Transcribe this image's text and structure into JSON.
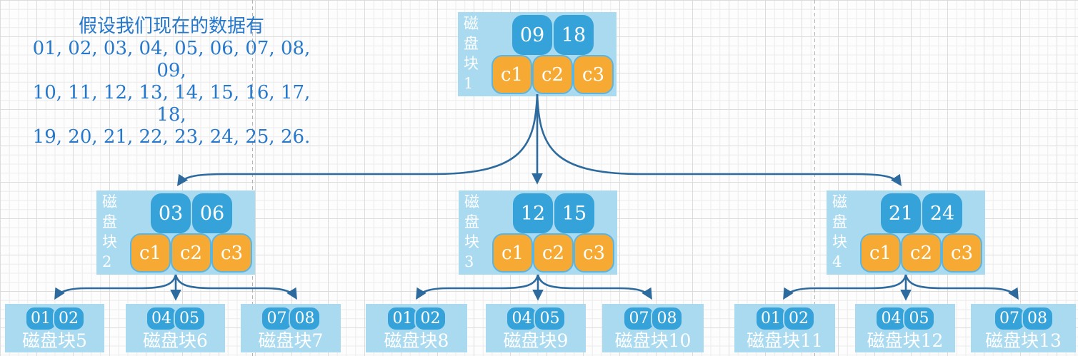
{
  "intro": {
    "title": "假设我们现在的数据有",
    "lines": [
      "01, 02, 03, 04, 05, 06, 07, 08, 09,",
      "10, 11, 12, 13, 14, 15, 16, 17, 18,",
      "19, 20, 21, 22, 23, 24, 25, 26."
    ]
  },
  "tree": {
    "internal": [
      {
        "label": "磁盘块1",
        "keys": [
          "09",
          "18"
        ],
        "pointers": [
          "c1",
          "c2",
          "c3"
        ]
      },
      {
        "label": "磁盘块2",
        "keys": [
          "03",
          "06"
        ],
        "pointers": [
          "c1",
          "c2",
          "c3"
        ]
      },
      {
        "label": "磁盘块3",
        "keys": [
          "12",
          "15"
        ],
        "pointers": [
          "c1",
          "c2",
          "c3"
        ]
      },
      {
        "label": "磁盘块4",
        "keys": [
          "21",
          "24"
        ],
        "pointers": [
          "c1",
          "c2",
          "c3"
        ]
      }
    ],
    "leaves": [
      {
        "label": "磁盘块5",
        "values": [
          "01",
          "02"
        ]
      },
      {
        "label": "磁盘块6",
        "values": [
          "04",
          "05"
        ]
      },
      {
        "label": "磁盘块7",
        "values": [
          "07",
          "08"
        ]
      },
      {
        "label": "磁盘块8",
        "values": [
          "01",
          "02"
        ]
      },
      {
        "label": "磁盘块9",
        "values": [
          "04",
          "05"
        ]
      },
      {
        "label": "磁盘块10",
        "values": [
          "07",
          "08"
        ]
      },
      {
        "label": "磁盘块11",
        "values": [
          "01",
          "02"
        ]
      },
      {
        "label": "磁盘块12",
        "values": [
          "04",
          "05"
        ]
      },
      {
        "label": "磁盘块13",
        "values": [
          "07",
          "08"
        ]
      }
    ]
  },
  "colors": {
    "node_background": "#a9daf0",
    "key_background": "#35a3da",
    "pointer_background": "#f7aa33",
    "pointer_border": "#5ab5e2",
    "connector": "#2d6a9e",
    "intro_text": "#2578cc",
    "node_text": "#ffffff"
  }
}
